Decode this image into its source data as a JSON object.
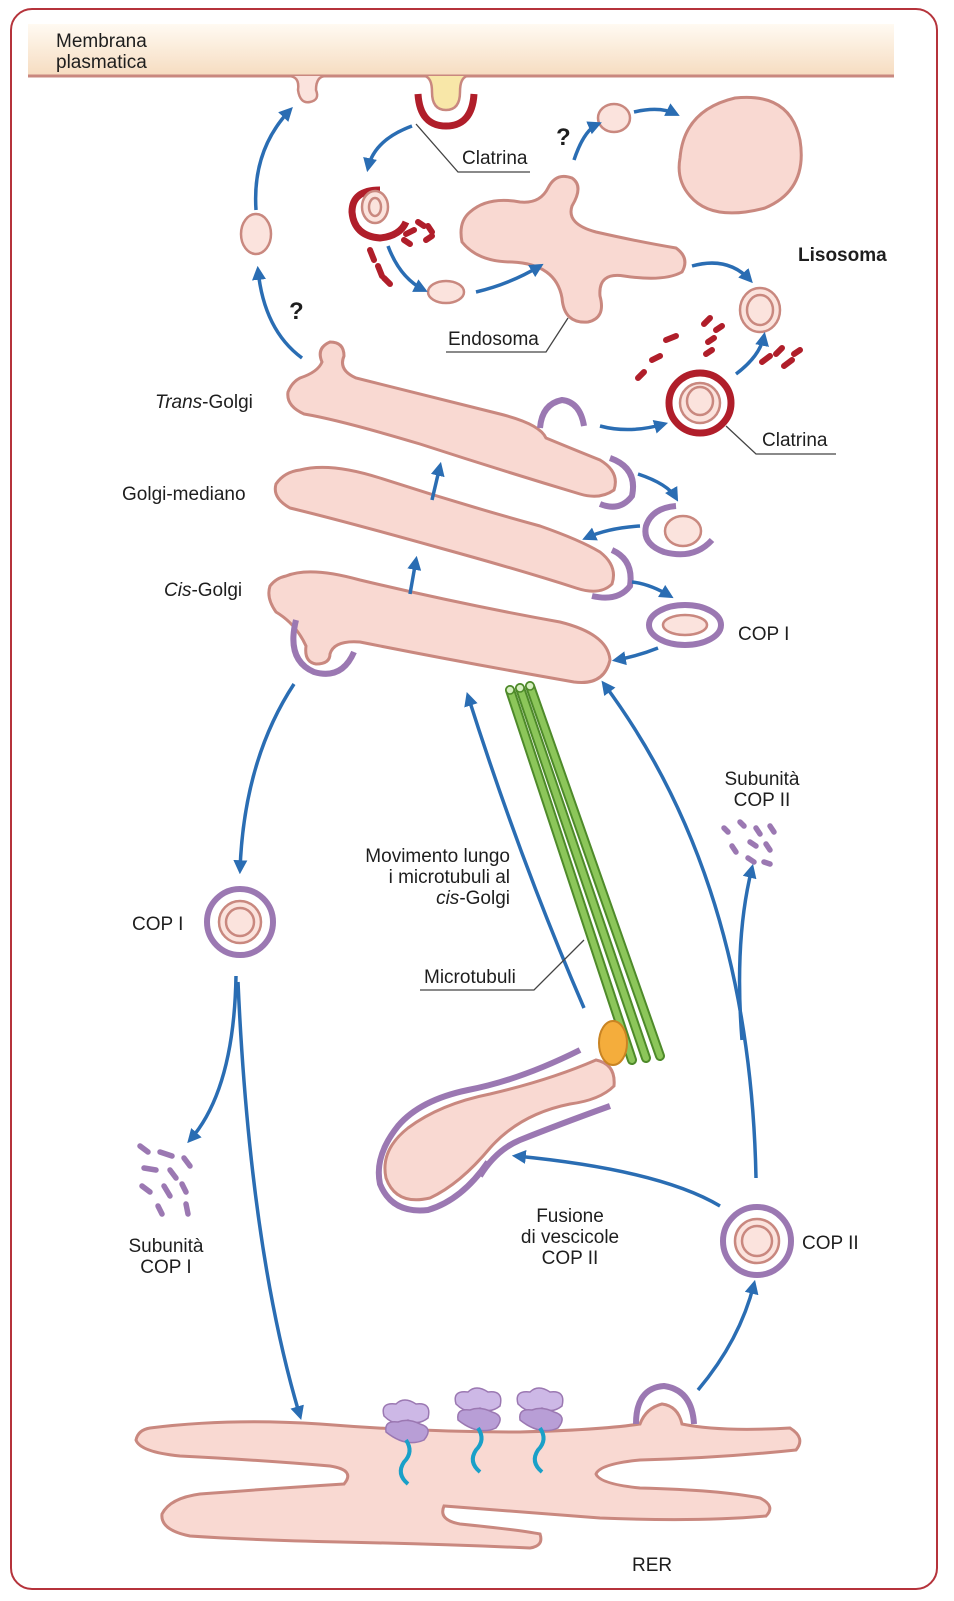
{
  "labels": {
    "membrane": [
      "Membrana",
      "plasmatica"
    ],
    "clathrin_top": "Clatrina",
    "lysosome": "Lisosoma",
    "endosome": "Endosoma",
    "clathrin_mid": "Clatrina",
    "trans_golgi": [
      "Trans",
      "-Golgi"
    ],
    "medial_golgi": "Golgi-mediano",
    "cis_golgi": [
      "Cis",
      "-Golgi"
    ],
    "cop1_right": "COP I",
    "cop2_subunits": [
      "Subunità",
      "COP II"
    ],
    "movement": [
      "Movimento lungo",
      "i microtubuli al",
      "cis",
      "-Golgi"
    ],
    "microtubules": "Microtubuli",
    "cop1_left": "COP I",
    "cop1_subunits": [
      "Subunità",
      "COP I"
    ],
    "fusion": [
      "Fusione",
      "di vescicole",
      "COP II"
    ],
    "cop2_right": "COP II",
    "rer": "RER",
    "question_marks": [
      "?",
      "?"
    ]
  },
  "colors": {
    "frame": "#b5333b",
    "membrane_fill": "#fbe6cf",
    "organelle_fill": "#f9d9d2",
    "organelle_stroke": "#c9887f",
    "cop_coat": "#9b78b2",
    "clathrin": "#b01e2a",
    "arrows": "#2a6db3",
    "microtubules": "#6aab3c",
    "motor": "#f2a33a",
    "ribosome": "#c7b3e0",
    "protein": "#1aa0c8"
  }
}
